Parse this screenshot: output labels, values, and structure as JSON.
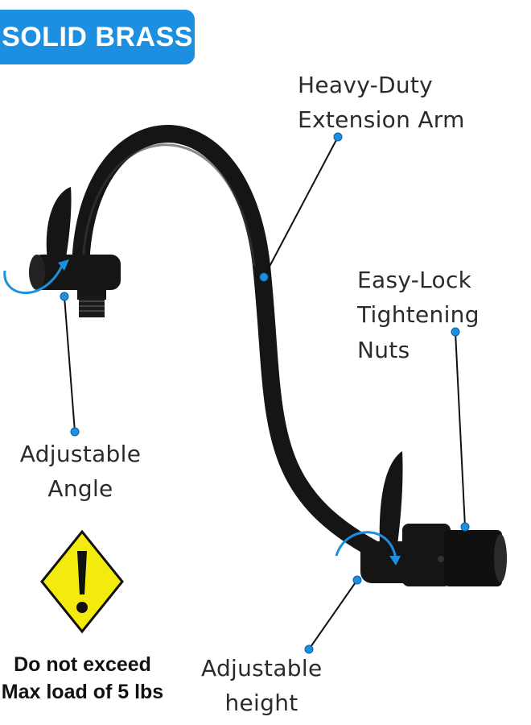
{
  "badge": {
    "text": "SOLID BRASS",
    "color": "#1c8fe0"
  },
  "callouts": {
    "extension_arm": {
      "line1": "Heavy-Duty",
      "line2": "Extension Arm"
    },
    "tightening_nuts": {
      "line1": "Easy-Lock",
      "line2": "Tightening Nuts"
    },
    "adjustable_angle": {
      "line1": "Adjustable",
      "line2": "Angle"
    },
    "adjustable_height": {
      "line1": "Adjustable",
      "line2": "height"
    }
  },
  "warning": {
    "icon": "warning-exclamation-icon",
    "line1": "Do not exceed",
    "line2": "Max load of 5 lbs",
    "color": "#f3ea0e"
  },
  "colors": {
    "product": "#151515",
    "accent": "#1c8fe0"
  }
}
